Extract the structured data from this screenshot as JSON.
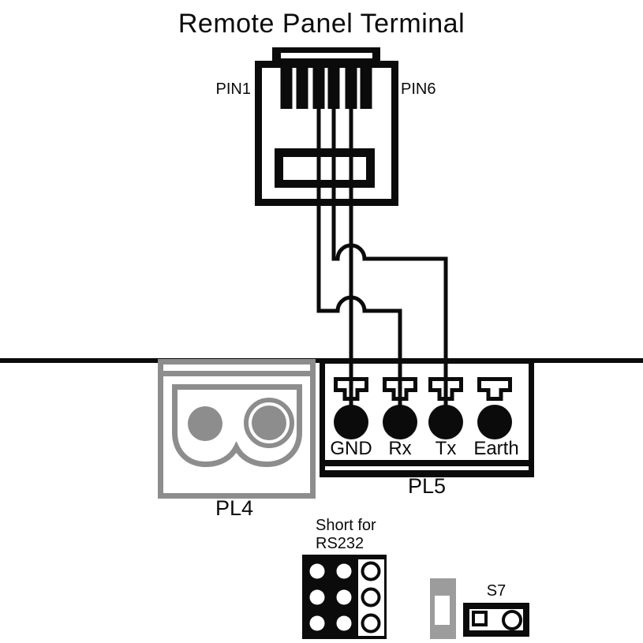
{
  "colors": {
    "ink": "#0b0b0b",
    "gray": "#8d8d8d",
    "lightgray": "#9c9c9c",
    "background": "#ffffff"
  },
  "title": "Remote Panel Terminal",
  "connector": {
    "pin_left_label": "PIN1",
    "pin_right_label": "PIN6"
  },
  "pl5": {
    "label": "PL5",
    "terminals": [
      {
        "label": "GND"
      },
      {
        "label": "Rx"
      },
      {
        "label": "Tx"
      },
      {
        "label": "Earth"
      }
    ]
  },
  "pl4": {
    "label": "PL4"
  },
  "rs232_header": {
    "caption_line1": "Short for",
    "caption_line2": "RS232"
  },
  "s7": {
    "label": "S7"
  }
}
